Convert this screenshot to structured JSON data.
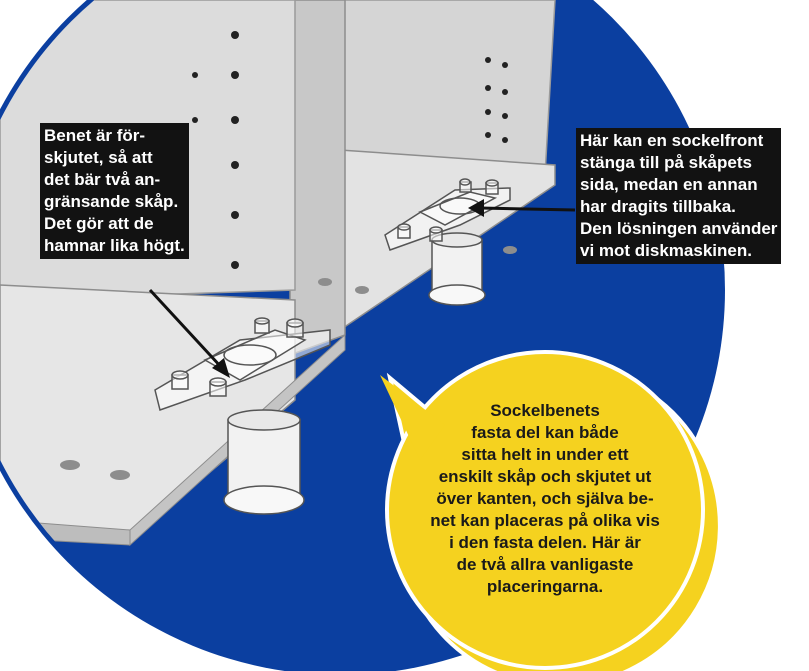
{
  "callouts": {
    "left": {
      "lines": [
        "Benet är för-",
        "skjutet, så att",
        "det bär två an-",
        "gränsande skåp.",
        "Det gör att de",
        "hamnar lika högt."
      ]
    },
    "right": {
      "lines": [
        "Här kan en sockelfront",
        "stänga till på skåpets",
        "sida, medan en annan",
        "har dragits tillbaka.",
        "Den lösningen använder",
        "vi mot diskmaskinen."
      ]
    }
  },
  "bubble": {
    "lines": [
      "Sockelbenets",
      "fasta del kan både",
      "sitta helt in under ett",
      "enskilt skåp och skjutet ut",
      "över kanten, och själva be-",
      "net kan placeras på olika vis",
      "i den fasta delen. Här är",
      "de två allra vanligaste",
      "placeringarna."
    ]
  },
  "colors": {
    "background_disc": "#0b3fa0",
    "cabinet_gray": "#d9d9d9",
    "bubble_yellow": "#f5d21f",
    "label_bg": "#121212"
  }
}
